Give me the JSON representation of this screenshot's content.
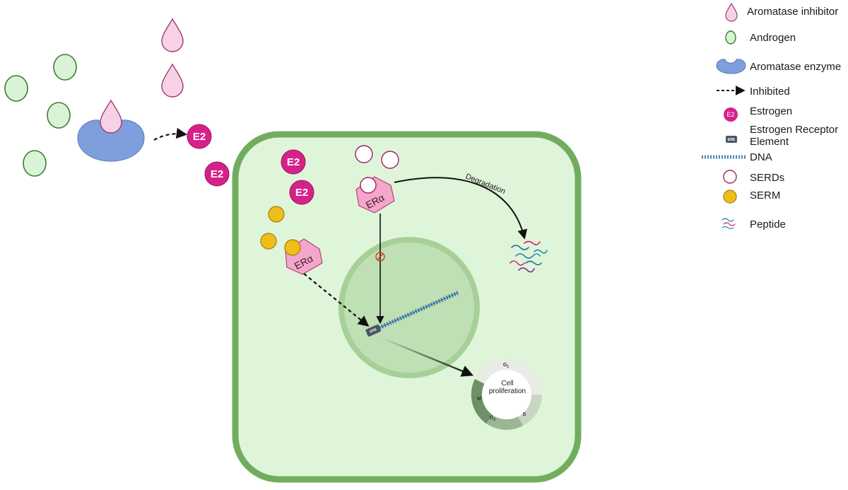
{
  "legend": {
    "aromatase_inhibitor": "Aromatase inhibitor",
    "androgen": "Androgen",
    "aromatase_enzyme": "Aromatase enzyme",
    "inhibited": "Inhibited",
    "estrogen": "Estrogen",
    "estrogen_receptor_line1": "Estrogen Receptor",
    "estrogen_receptor_line2": "Element",
    "dna": "DNA",
    "serds": "SERDs",
    "serm": "SERM",
    "peptide": "Peptide"
  },
  "labels": {
    "e2": "E2",
    "era": "ERα",
    "ere": "ERE",
    "degradation": "Degradation",
    "cell_line1": "Cell",
    "cell_line2": "proliferation",
    "g1": "G",
    "g1_sub": "1",
    "g2": "G",
    "g2_sub": "2",
    "s": "S",
    "m": "M"
  },
  "colors": {
    "aromatase_inhibitor": "#f6d2e4",
    "aromatase_inhibitor_stroke": "#9c3c78",
    "androgen": "#d9f3d6",
    "androgen_stroke": "#3f7a32",
    "aromatase_enzyme": "#7f9fdc",
    "estrogen": "#d6218a",
    "serm": "#f0be1c",
    "serds_stroke": "#9c2560",
    "cell_fill": "#dff5d9",
    "cell_border": "#72ad5f",
    "nucleus": "#bfe0b4",
    "nucleus_border": "#a6d098",
    "receptor": "#f5a6cb",
    "dna": "#4a85b8"
  }
}
